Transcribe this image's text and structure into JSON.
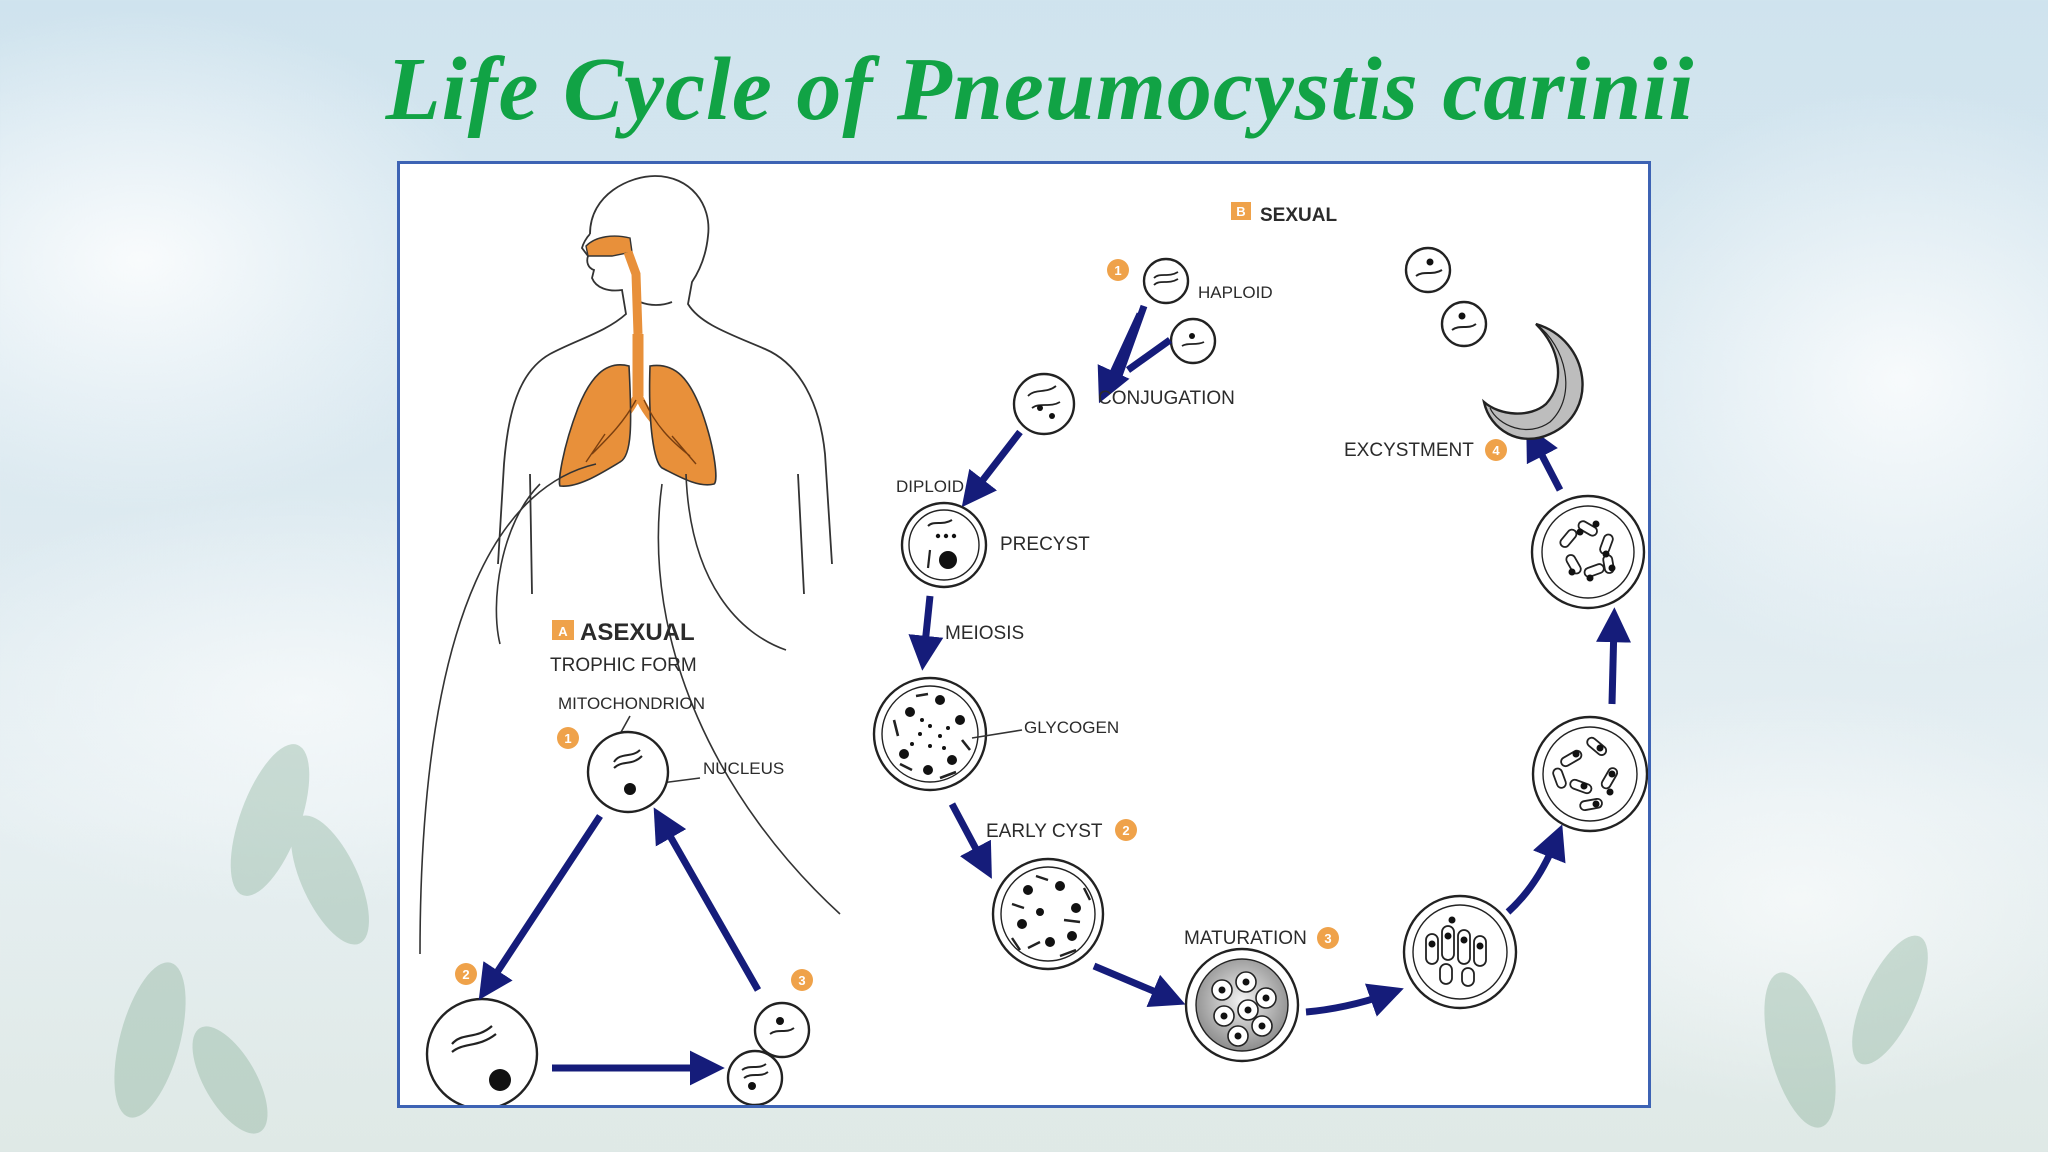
{
  "title": "Life Cycle of Pneumocystis carinii",
  "colors": {
    "title": "#11a345",
    "arrow": "#151c7a",
    "lung": "#e8903a",
    "badge": "#efa24a",
    "frame": "#3d63b4"
  },
  "asexual": {
    "badge_letter": "A",
    "heading": "ASEXUAL",
    "subheading": "TROPHIC FORM",
    "mitochondrion": "MITOCHONDRION",
    "nucleus": "NUCLEUS",
    "step1": "1",
    "step2": "2",
    "step3": "3"
  },
  "sexual": {
    "badge_letter": "B",
    "heading": "SEXUAL",
    "step1": "1",
    "haploid": "HAPLOID",
    "conjugation": "CONJUGATION",
    "diploid": "DIPLOID",
    "precyst": "PRECYST",
    "meiosis": "MEIOSIS",
    "glycogen": "GLYCOGEN",
    "early_cyst": "EARLY CYST",
    "step2": "2",
    "maturation": "MATURATION",
    "step3": "3",
    "excystment": "EXCYSTMENT",
    "step4": "4"
  }
}
